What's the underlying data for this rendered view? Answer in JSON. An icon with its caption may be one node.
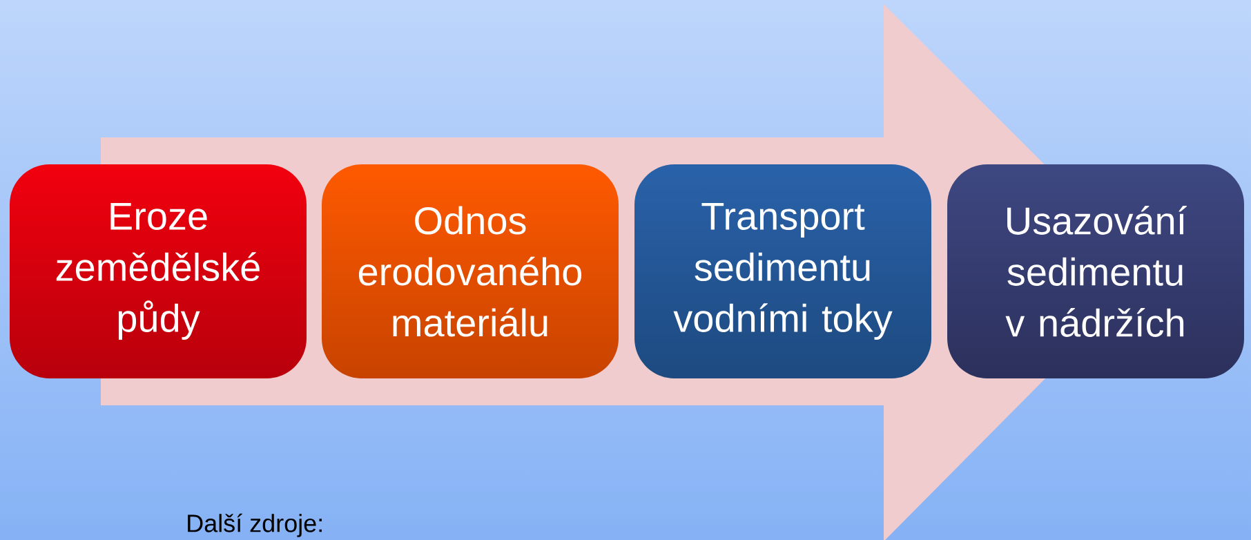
{
  "diagram": {
    "nodes": [
      {
        "text": [
          "Eroze zemědělské půdy"
        ]
      },
      {
        "text": [
          "Odnos erodovaného materiálu"
        ]
      },
      {
        "text": [
          "Transport sedimentu vodními toky"
        ]
      },
      {
        "text": [
          "Usazování sedimentu v nádržích"
        ]
      }
    ],
    "edges": [
      {
        "from": 0,
        "to": 3,
        "arrow": "to"
      }
    ],
    "labels": [
      "Další zdroje:"
    ]
  }
}
